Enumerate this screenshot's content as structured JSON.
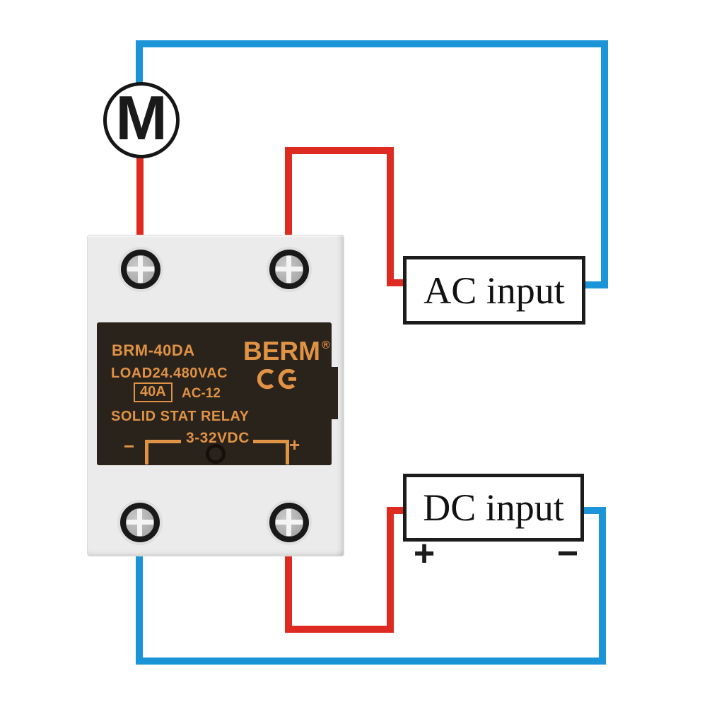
{
  "motor": {
    "symbol": "M"
  },
  "relay": {
    "model": "BRM-40DA",
    "brand": "BERM",
    "registered": "®",
    "load_rating": "LOAD24.480VAC",
    "current_rating": "40A",
    "utilization_code": "AC-12",
    "product_name": "SOLID STAT RELAY",
    "control_voltage": "3-32VDC",
    "control_minus": "−",
    "control_plus": "+",
    "ce_mark": "CE"
  },
  "ac_input": {
    "label": "AC input"
  },
  "dc_input": {
    "label": "DC input",
    "plus": "+",
    "minus": "−"
  },
  "colors": {
    "wire_blue": "#1b95d7",
    "wire_red": "#de2b22",
    "label_background": "#2a231c",
    "label_text_orange": "#e09245"
  }
}
